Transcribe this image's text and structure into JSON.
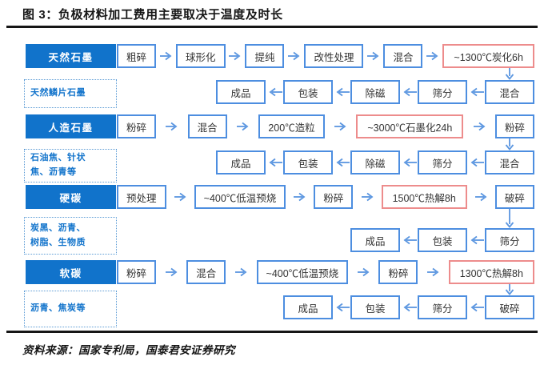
{
  "title": "图 3：负极材料加工费用主要取决于温度及时长",
  "source": "资料来源：国家专利局，国泰君安证券研究",
  "colors": {
    "blue": "#1173CB",
    "border_blue": "#4D8EE0",
    "border_red": "#ED8C8C",
    "arrow_blue": "#5B96E0",
    "ink": "#161616",
    "box_text": "#333333"
  },
  "rows": [
    {
      "category": "天然石墨",
      "materials": "天然鳞片石墨",
      "line1": [
        "粗碎",
        "球形化",
        "提纯",
        "改性处理",
        "混合",
        "~1300℃炭化6h"
      ],
      "line2": [
        "成品",
        "包装",
        "除磁",
        "筛分",
        "混合"
      ]
    },
    {
      "category": "人造石墨",
      "materials": "石油焦、针状\n焦、沥青等",
      "line1": [
        "粉碎",
        "混合",
        "200℃造粒",
        "~3000℃石墨化24h",
        "粉碎"
      ],
      "line2": [
        "成品",
        "包装",
        "除磁",
        "筛分",
        "混合"
      ]
    },
    {
      "category": "硬碳",
      "materials": "炭黑、沥青、\n树脂、生物质",
      "line1": [
        "预处理",
        "~400℃低温预烧",
        "粉碎",
        "1500℃热解8h",
        "破碎"
      ],
      "line2": [
        "成品",
        "包装",
        "筛分"
      ]
    },
    {
      "category": "软碳",
      "materials": "沥青、焦炭等",
      "line1": [
        "粉碎",
        "混合",
        "~400℃低温预烧",
        "粉碎",
        "1300℃热解8h"
      ],
      "line2": [
        "成品",
        "包装",
        "筛分",
        "破碎"
      ]
    }
  ]
}
